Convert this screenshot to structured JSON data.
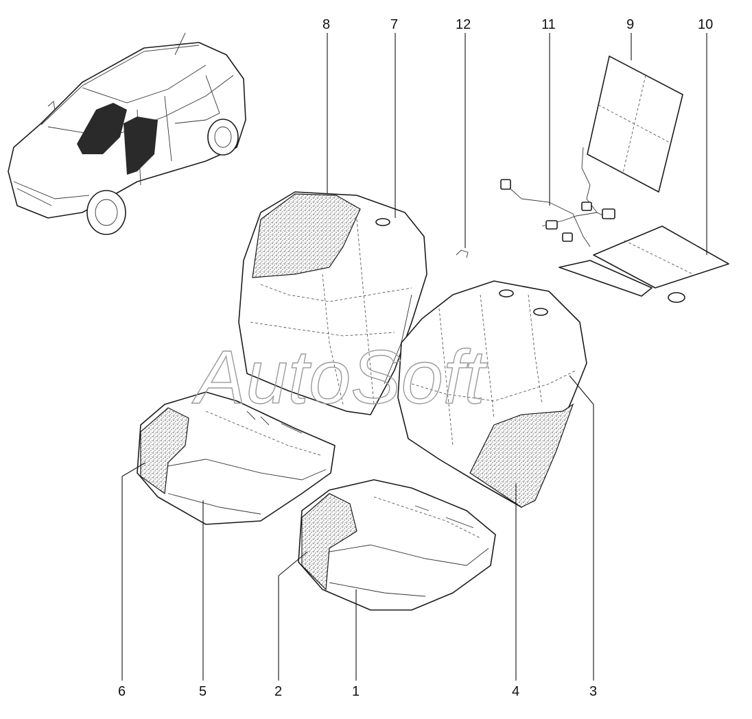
{
  "callouts": [
    {
      "id": "1",
      "label": "1"
    },
    {
      "id": "2",
      "label": "2"
    },
    {
      "id": "3",
      "label": "3"
    },
    {
      "id": "4",
      "label": "4"
    },
    {
      "id": "5",
      "label": "5"
    },
    {
      "id": "6",
      "label": "6"
    },
    {
      "id": "7",
      "label": "7"
    },
    {
      "id": "8",
      "label": "8"
    },
    {
      "id": "9",
      "label": "9"
    },
    {
      "id": "10",
      "label": "10"
    },
    {
      "id": "11",
      "label": "11"
    },
    {
      "id": "12",
      "label": "12"
    }
  ],
  "watermark": "AutoSoft",
  "colors": {
    "line": "#1a1a1a",
    "speckle": "#555555",
    "watermark": "#9a9a9a"
  }
}
